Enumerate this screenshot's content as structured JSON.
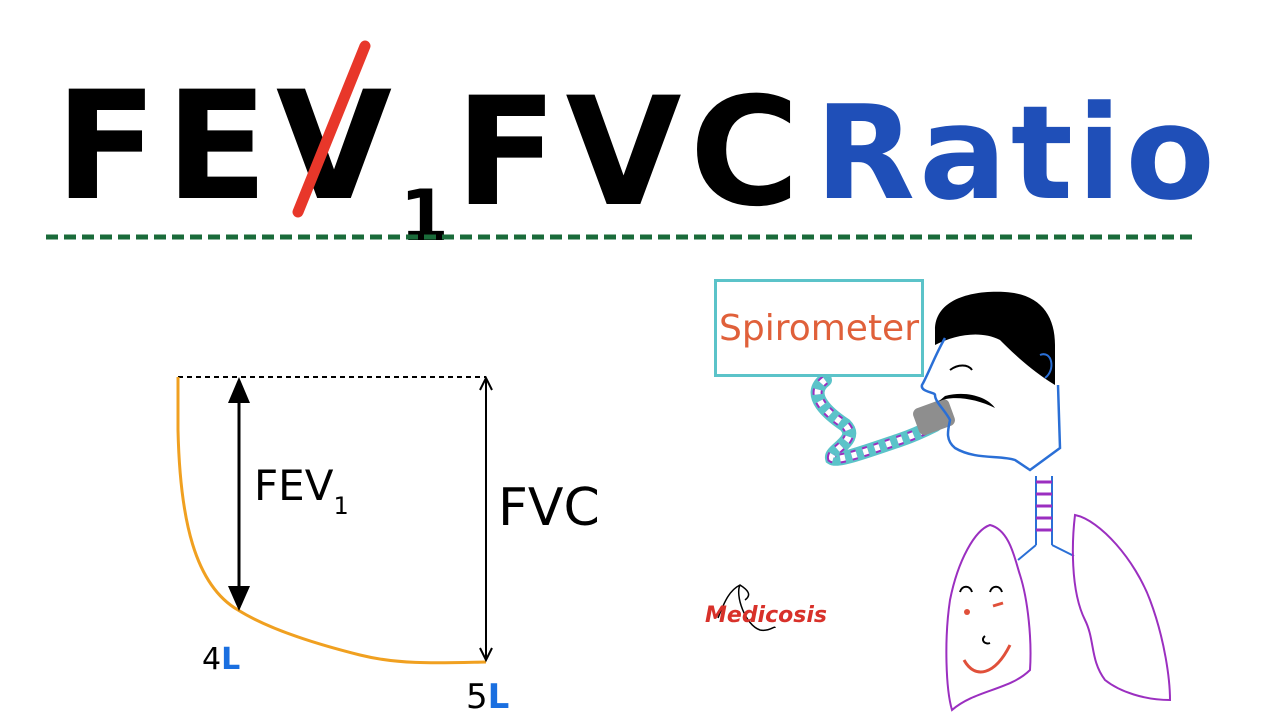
{
  "title": {
    "part1": "FEV",
    "part1_subscript": "1",
    "separator": "/",
    "part2": "FVC",
    "part3": "Ratio"
  },
  "colors": {
    "title_text": "#000000",
    "slash": "#e8372a",
    "ratio": "#1f4fb8",
    "divider": "#1a6b3a",
    "curve": "#f0a020",
    "liter_unit": "#1a6fe0",
    "spirometer_border": "#5bc3c9",
    "spirometer_text": "#e0603a",
    "tube_stripes": "#9b2fc0",
    "face_outline": "#2a6fd6",
    "lung_outline": "#9b2fc0",
    "brand": "#d8312a"
  },
  "graph": {
    "fev1_label": "FEV",
    "fev1_subscript": "1",
    "fvc_label": "FVC",
    "fev1_value": "4",
    "fvc_value": "5",
    "unit": "L"
  },
  "illustration": {
    "device_label": "Spirometer"
  },
  "brand": {
    "logo_text": "Medicosis"
  }
}
